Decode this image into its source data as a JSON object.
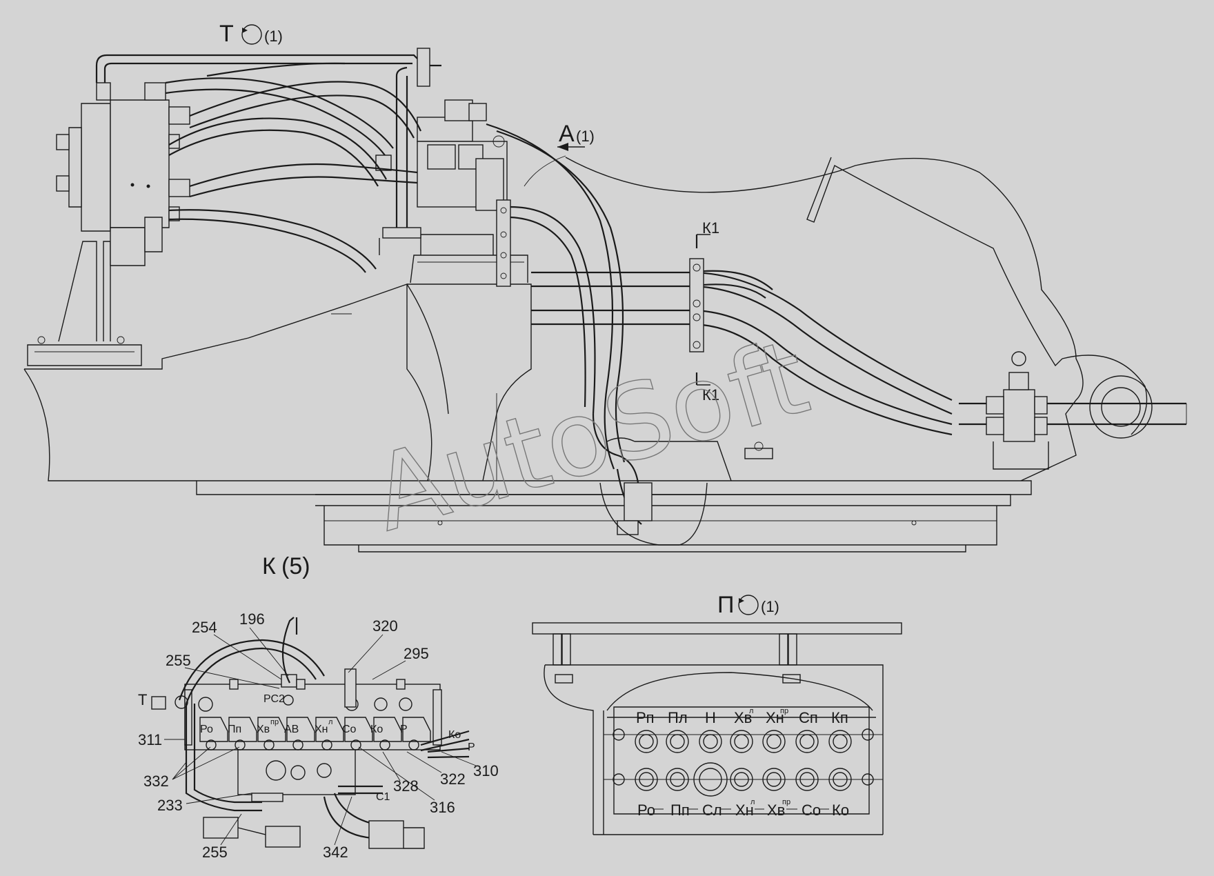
{
  "views": {
    "top": {
      "title": "Т",
      "scale": "(1)"
    },
    "arrow_a": {
      "title": "А",
      "scale": "(1)"
    },
    "k": {
      "title": "К",
      "scale": "(5)"
    },
    "right": {
      "title": "П",
      "scale": "(1)"
    },
    "section": {
      "top": "К1",
      "bottom": "К1"
    }
  },
  "watermark": "AutoSoft",
  "k_view": {
    "callouts": {
      "c254": "254",
      "c196": "196",
      "c320": "320",
      "c255a": "255",
      "c295": "295",
      "c311": "311",
      "c332": "332",
      "c233": "233",
      "c255b": "255",
      "c342": "342",
      "c316": "316",
      "c328": "328",
      "c322": "322",
      "c310": "310"
    },
    "side_labels": {
      "T": "Т",
      "PC2": "РС2",
      "Ko": "Ко",
      "P": "Р",
      "C1": "С1"
    },
    "ports": [
      "Ро",
      "Пп",
      "Хв",
      "АВ",
      "Хн",
      "Со",
      "Ко",
      "Р"
    ],
    "port_sup": {
      "Хв": "пр",
      "Хн": "л"
    }
  },
  "p_view": {
    "top_row": [
      "Рп",
      "Пл",
      "Н",
      "Хв",
      "Хн",
      "Сп",
      "Кп"
    ],
    "top_sup": {
      "Хв": "л",
      "Хн": "пр"
    },
    "bottom_row": [
      "Ро",
      "Пп",
      "Сл",
      "Хн",
      "Хв",
      "Со",
      "Ко"
    ],
    "bottom_sup": {
      "Хн": "л",
      "Хв": "пр"
    }
  }
}
